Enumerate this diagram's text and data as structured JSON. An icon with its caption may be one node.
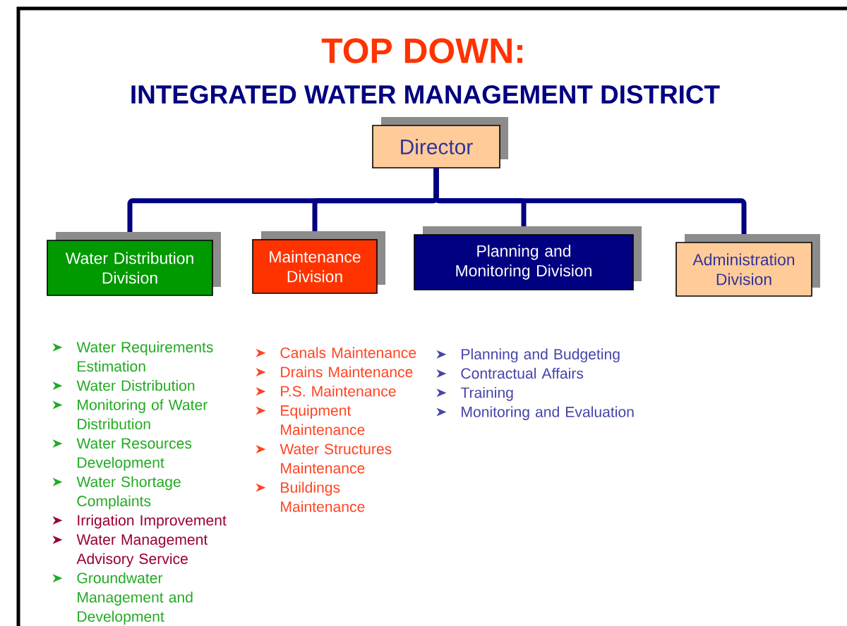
{
  "diagram": {
    "title": "TOP DOWN:",
    "nodes": [
      {
        "text": [
          "Director"
        ]
      },
      {
        "text": [
          "Water Distribution Division"
        ],
        "beside": [
          "Water Requirements Estimation",
          "Water Distribution",
          "Monitoring of Water Distribution",
          "Water Resources Development",
          "Water Shortage Complaints",
          "Irrigation Improvement",
          "Water Management Advisory Service",
          "Groundwater Management and Development"
        ]
      },
      {
        "text": [
          "Maintenance Division"
        ],
        "beside": [
          "Canals Maintenance",
          "Drains Maintenance",
          "P.S. Maintenance",
          "Equipment Maintenance",
          "Water Structures Maintenance",
          "Buildings Maintenance"
        ]
      },
      {
        "text": [
          "Planning and Monitoring Division"
        ],
        "beside": [
          "Planning and Budgeting",
          "Contractual Affairs",
          "Training",
          "Monitoring and Evaluation"
        ]
      },
      {
        "text": [
          "Administration Division"
        ]
      }
    ],
    "edges": [
      {
        "from": 0,
        "to": 1,
        "arrow": "none"
      },
      {
        "from": 0,
        "to": 2,
        "arrow": "none"
      },
      {
        "from": 0,
        "to": 3,
        "arrow": "none"
      },
      {
        "from": 0,
        "to": 4,
        "arrow": "none"
      }
    ],
    "labels": [
      "INTEGRATED WATER MANAGEMENT DISTRICT"
    ]
  }
}
